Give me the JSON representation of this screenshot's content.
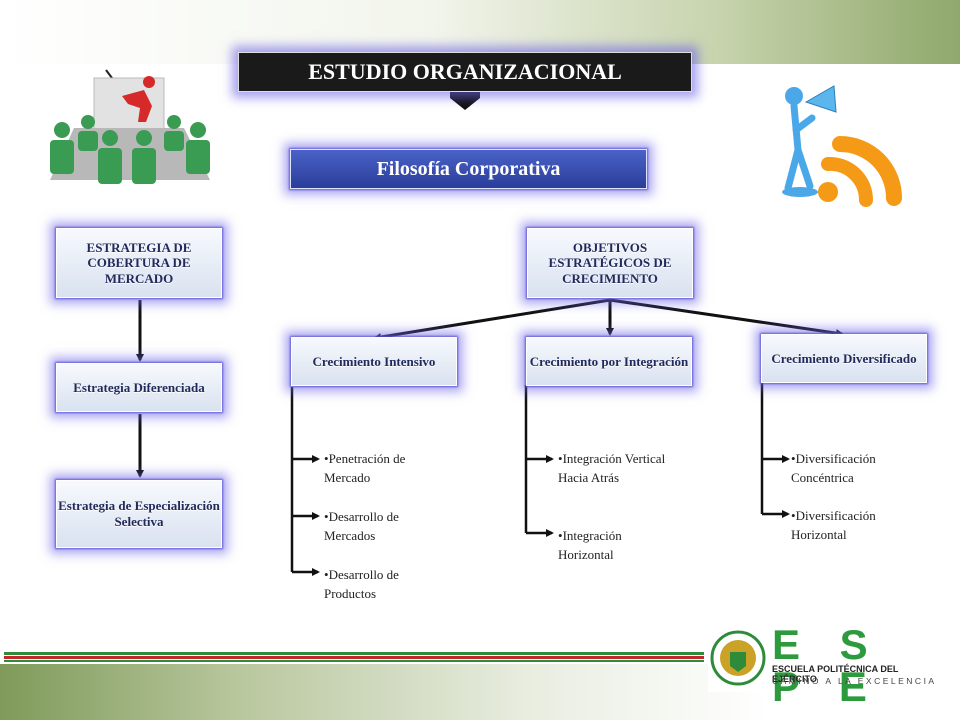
{
  "title": "ESTUDIO ORGANIZACIONAL",
  "philosophy": "Filosofía Corporativa",
  "left_column": [
    "ESTRATEGIA DE COBERTURA DE MERCADO",
    "Estrategia Diferenciada",
    "Estrategia de Especialización Selectiva"
  ],
  "objectives": "OBJETIVOS ESTRATÉGICOS DE CRECIMIENTO",
  "growth": [
    {
      "label": "Crecimiento Intensivo",
      "items": [
        "Penetración de Mercado",
        "Desarrollo de Mercados",
        "Desarrollo de Productos"
      ]
    },
    {
      "label": "Crecimiento por Integración",
      "items": [
        "Integración Vertical Hacia Atrás",
        "Integración Horizontal"
      ]
    },
    {
      "label": "Crecimiento Diversificado",
      "items": [
        "Diversificación Concéntrica",
        "Diversificación Horizontal"
      ]
    }
  ],
  "logo": {
    "name": "E S P E",
    "line1": "ESCUELA POLITÉCNICA DEL EJÉRCITO",
    "line2": "CAMINO A LA EXCELENCIA"
  },
  "colors": {
    "box_glow": "#6e64e6",
    "title_bg": "#1a1a1a",
    "accent_green": "#2e8b3a",
    "accent_red": "#c0282d"
  },
  "icons": [
    "presentation-meeting-icon",
    "megaphone-broadcast-icon",
    "espe-crest-icon"
  ]
}
